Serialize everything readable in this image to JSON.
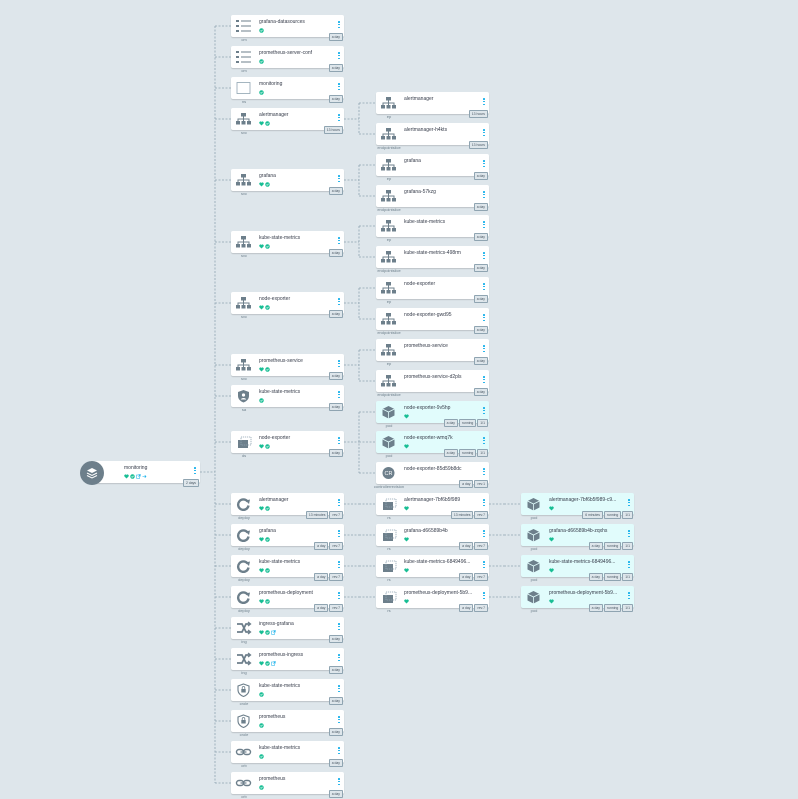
{
  "app": {
    "title": "monitoring resource tree"
  },
  "colors": {
    "background": "#dee6eb",
    "healthy": "#18be94",
    "synced": "#18be94",
    "pod_background": "#e1fcfc",
    "menu": "#0dadea",
    "icon_gray": "#6d7f8b"
  },
  "root": {
    "name": "monitoring",
    "kind_icon": "application-stack-icon",
    "age": "2 days"
  },
  "nodes": [
    {
      "id": "n-grafana-datasources",
      "name": "grafana-datasources",
      "kind": "cm",
      "icon": "config-map-icon",
      "statuses": [
        "synced"
      ],
      "tags": [
        "a day"
      ]
    },
    {
      "id": "n-prometheus-server-conf",
      "name": "prometheus-server-conf",
      "kind": "cm",
      "icon": "config-map-icon",
      "statuses": [
        "synced"
      ],
      "tags": [
        "a day"
      ]
    },
    {
      "id": "n-monitoring-ns",
      "name": "monitoring",
      "kind": "ns",
      "icon": "namespace-icon",
      "statuses": [
        "synced"
      ],
      "tags": [
        "a day"
      ]
    },
    {
      "id": "n-alertmanager-svc",
      "name": "alertmanager",
      "kind": "svc",
      "icon": "service-icon",
      "statuses": [
        "healthy",
        "synced"
      ],
      "tags": [
        "13 hours"
      ]
    },
    {
      "id": "n-grafana-svc",
      "name": "grafana",
      "kind": "svc",
      "icon": "service-icon",
      "statuses": [
        "healthy",
        "synced"
      ],
      "tags": [
        "a day"
      ]
    },
    {
      "id": "n-kube-state-metrics-svc",
      "name": "kube-state-metrics",
      "kind": "svc",
      "icon": "service-icon",
      "statuses": [
        "healthy",
        "synced"
      ],
      "tags": [
        "a day"
      ]
    },
    {
      "id": "n-node-exporter-svc",
      "name": "node-exporter",
      "kind": "svc",
      "icon": "service-icon",
      "statuses": [
        "healthy",
        "synced"
      ],
      "tags": [
        "a day"
      ]
    },
    {
      "id": "n-prometheus-service-svc",
      "name": "prometheus-service",
      "kind": "svc",
      "icon": "service-icon",
      "statuses": [
        "healthy",
        "synced"
      ],
      "tags": [
        "a day"
      ]
    },
    {
      "id": "n-kube-state-metrics-sa",
      "name": "kube-state-metrics",
      "kind": "sa",
      "icon": "service-account-icon",
      "statuses": [
        "synced"
      ],
      "tags": [
        "a day"
      ]
    },
    {
      "id": "n-node-exporter-ds",
      "name": "node-exporter",
      "kind": "ds",
      "icon": "daemonset-icon",
      "statuses": [
        "healthy",
        "synced"
      ],
      "tags": [
        "a day"
      ]
    },
    {
      "id": "n-alertmanager-deploy",
      "name": "alertmanager",
      "kind": "deploy",
      "icon": "deployment-icon",
      "statuses": [
        "healthy",
        "synced"
      ],
      "tags": [
        "13 minutes",
        "rev:7"
      ]
    },
    {
      "id": "n-grafana-deploy",
      "name": "grafana",
      "kind": "deploy",
      "icon": "deployment-icon",
      "statuses": [
        "healthy",
        "synced"
      ],
      "tags": [
        "a day",
        "rev:7"
      ]
    },
    {
      "id": "n-kube-state-metrics-deploy",
      "name": "kube-state-metrics",
      "kind": "deploy",
      "icon": "deployment-icon",
      "statuses": [
        "healthy",
        "synced"
      ],
      "tags": [
        "a day",
        "rev:7"
      ]
    },
    {
      "id": "n-prometheus-deployment",
      "name": "prometheus-deployment",
      "kind": "deploy",
      "icon": "deployment-icon",
      "statuses": [
        "healthy",
        "synced"
      ],
      "tags": [
        "a day",
        "rev:7"
      ]
    },
    {
      "id": "n-ingress-grafana",
      "name": "ingress-grafana",
      "kind": "ing",
      "icon": "ingress-icon",
      "statuses": [
        "healthy",
        "synced",
        "link"
      ],
      "tags": [
        "a day"
      ]
    },
    {
      "id": "n-prometheus-ingress",
      "name": "prometheus-ingress",
      "kind": "ing",
      "icon": "ingress-icon",
      "statuses": [
        "healthy",
        "synced",
        "link"
      ],
      "tags": [
        "a day"
      ]
    },
    {
      "id": "n-kube-state-metrics-crole",
      "name": "kube-state-metrics",
      "kind": "crole",
      "icon": "cluster-role-icon",
      "statuses": [
        "synced"
      ],
      "tags": [
        "a day"
      ]
    },
    {
      "id": "n-prometheus-crole",
      "name": "prometheus",
      "kind": "crole",
      "icon": "cluster-role-icon",
      "statuses": [
        "synced"
      ],
      "tags": [
        "a day"
      ]
    },
    {
      "id": "n-kube-state-metrics-crb",
      "name": "kube-state-metrics",
      "kind": "crb",
      "icon": "cluster-role-binding-icon",
      "statuses": [
        "synced"
      ],
      "tags": [
        "a day"
      ]
    },
    {
      "id": "n-prometheus-crb",
      "name": "prometheus",
      "kind": "crb",
      "icon": "cluster-role-binding-icon",
      "statuses": [
        "synced"
      ],
      "tags": [
        "a day"
      ]
    },
    {
      "id": "n-alertmanager-ep",
      "name": "alertmanager",
      "kind": "ep",
      "icon": "endpoint-icon",
      "statuses": [],
      "tags": [
        "13 hours"
      ]
    },
    {
      "id": "n-alertmanager-eps",
      "name": "alertmanager-h4kts",
      "kind": "endpointslice",
      "icon": "endpoint-icon",
      "statuses": [],
      "tags": [
        "13 hours"
      ]
    },
    {
      "id": "n-grafana-ep",
      "name": "grafana",
      "kind": "ep",
      "icon": "endpoint-icon",
      "statuses": [],
      "tags": [
        "a day"
      ]
    },
    {
      "id": "n-grafana-eps",
      "name": "grafana-57kzg",
      "kind": "endpointslice",
      "icon": "endpoint-icon",
      "statuses": [],
      "tags": [
        "a day"
      ]
    },
    {
      "id": "n-ksm-ep",
      "name": "kube-state-metrics",
      "kind": "ep",
      "icon": "endpoint-icon",
      "statuses": [],
      "tags": [
        "a day"
      ]
    },
    {
      "id": "n-ksm-eps",
      "name": "kube-state-metrics-498rm",
      "kind": "endpointslice",
      "icon": "endpoint-icon",
      "statuses": [],
      "tags": [
        "a day"
      ]
    },
    {
      "id": "n-ne-ep",
      "name": "node-exporter",
      "kind": "ep",
      "icon": "endpoint-icon",
      "statuses": [],
      "tags": [
        "a day"
      ]
    },
    {
      "id": "n-ne-eps",
      "name": "node-exporter-gwd95",
      "kind": "endpointslice",
      "icon": "endpoint-icon",
      "statuses": [],
      "tags": [
        "a day"
      ]
    },
    {
      "id": "n-ps-ep",
      "name": "prometheus-service",
      "kind": "ep",
      "icon": "endpoint-icon",
      "statuses": [],
      "tags": [
        "a day"
      ]
    },
    {
      "id": "n-ps-eps",
      "name": "prometheus-service-d2pls",
      "kind": "endpointslice",
      "icon": "endpoint-icon",
      "statuses": [],
      "tags": [
        "a day"
      ]
    },
    {
      "id": "n-ne-pod-1",
      "name": "node-exporter-9v5hp",
      "kind": "pod",
      "icon": "pod-icon",
      "statuses": [
        "healthy"
      ],
      "tags": [
        "a day",
        "running",
        "1/1"
      ]
    },
    {
      "id": "n-ne-pod-2",
      "name": "node-exporter-wmq7k",
      "kind": "pod",
      "icon": "pod-icon",
      "statuses": [
        "healthy"
      ],
      "tags": [
        "a day",
        "running",
        "1/1"
      ]
    },
    {
      "id": "n-ne-cr",
      "name": "node-exporter-85d59b8dc",
      "kind": "controllerrevision",
      "icon": "controller-revision-icon",
      "statuses": [],
      "tags": [
        "a day",
        "rev:1"
      ]
    },
    {
      "id": "n-am-rs",
      "name": "alertmanager-7bf6b5f989",
      "kind": "rs",
      "icon": "replicaset-icon",
      "statuses": [
        "healthy"
      ],
      "tags": [
        "13 minutes",
        "rev:7"
      ]
    },
    {
      "id": "n-gr-rs",
      "name": "grafana-d66589b4b",
      "kind": "rs",
      "icon": "replicaset-icon",
      "statuses": [
        "healthy"
      ],
      "tags": [
        "a day",
        "rev:7"
      ]
    },
    {
      "id": "n-ksm-rs",
      "name": "kube-state-metrics-6849496...",
      "kind": "rs",
      "icon": "replicaset-icon",
      "statuses": [
        "healthy"
      ],
      "tags": [
        "a day",
        "rev:7"
      ]
    },
    {
      "id": "n-pd-rs",
      "name": "prometheus-deployment-5b9...",
      "kind": "rs",
      "icon": "replicaset-icon",
      "statuses": [
        "healthy"
      ],
      "tags": [
        "a day",
        "rev:7"
      ]
    },
    {
      "id": "n-am-pod",
      "name": "alertmanager-7bf6b5f989-c9...",
      "kind": "pod",
      "icon": "pod-icon",
      "statuses": [
        "healthy"
      ],
      "tags": [
        "6 minutes",
        "running",
        "1/1"
      ]
    },
    {
      "id": "n-gr-pod",
      "name": "grafana-d66589b4b-zqxhs",
      "kind": "pod",
      "icon": "pod-icon",
      "statuses": [
        "healthy"
      ],
      "tags": [
        "a day",
        "running",
        "1/1"
      ]
    },
    {
      "id": "n-ksm-pod",
      "name": "kube-state-metrics-6849496...",
      "kind": "pod",
      "icon": "pod-icon",
      "statuses": [
        "healthy"
      ],
      "tags": [
        "a day",
        "running",
        "1/1"
      ]
    },
    {
      "id": "n-pd-pod",
      "name": "prometheus-deployment-5b9...",
      "kind": "pod",
      "icon": "pod-icon",
      "statuses": [
        "healthy"
      ],
      "tags": [
        "a day",
        "running",
        "1/1"
      ]
    }
  ]
}
